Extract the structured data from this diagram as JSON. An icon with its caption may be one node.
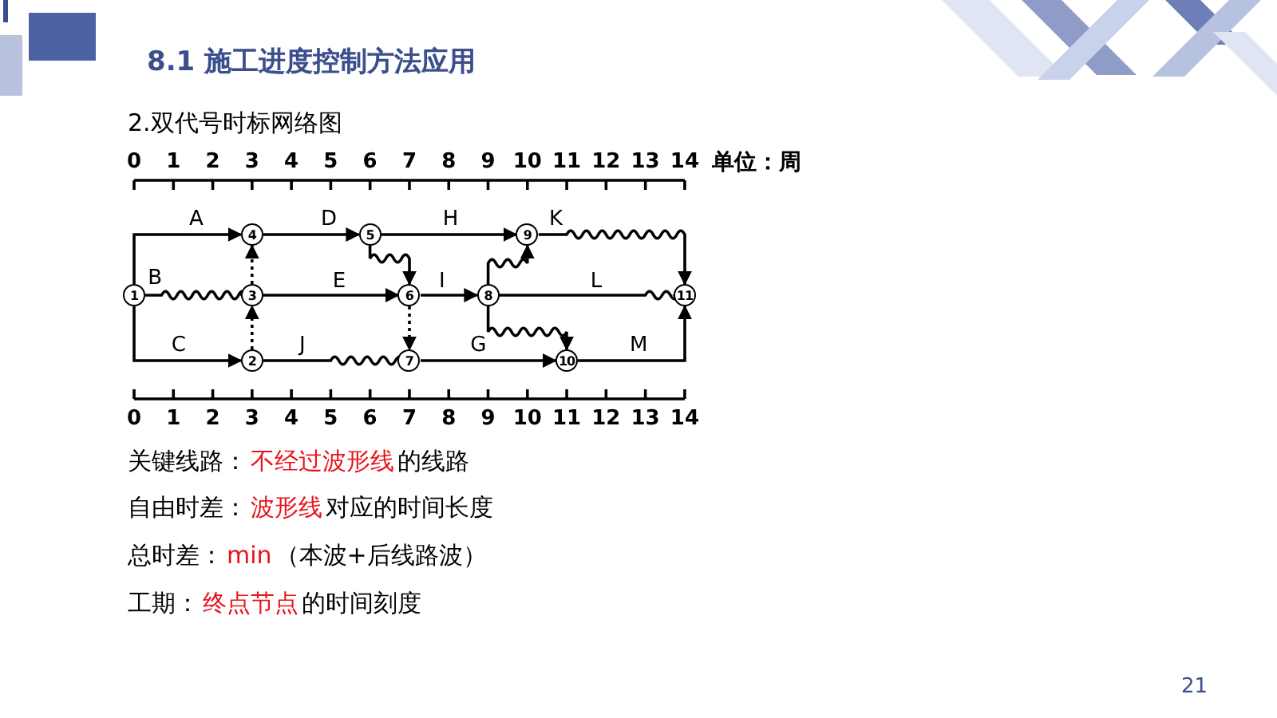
{
  "diagram": {
    "title": "8.1 施工进度控制方法应用",
    "nodes": [
      {
        "text": [
          "1"
        ]
      },
      {
        "text": [
          "2"
        ]
      },
      {
        "text": [
          "3"
        ]
      },
      {
        "text": [
          "4"
        ]
      },
      {
        "text": [
          "5"
        ]
      },
      {
        "text": [
          "6"
        ]
      },
      {
        "text": [
          "7"
        ]
      },
      {
        "text": [
          "8"
        ]
      },
      {
        "text": [
          "9"
        ]
      },
      {
        "text": [
          "10"
        ]
      },
      {
        "text": [
          "11"
        ]
      }
    ],
    "edges": [
      {
        "from": 0,
        "to": 3,
        "arrow": "to",
        "label": "A"
      },
      {
        "from": 0,
        "to": 2,
        "arrow": "to",
        "label": "B"
      },
      {
        "from": 0,
        "to": 1,
        "arrow": "to",
        "label": "C"
      },
      {
        "from": 2,
        "to": 3,
        "arrow": "to",
        "style": "dashed"
      },
      {
        "from": 1,
        "to": 2,
        "arrow": "to",
        "style": "dashed"
      },
      {
        "from": 3,
        "to": 4,
        "arrow": "to",
        "label": "D"
      },
      {
        "from": 2,
        "to": 5,
        "arrow": "to",
        "label": "E"
      },
      {
        "from": 4,
        "to": 5,
        "arrow": "to"
      },
      {
        "from": 5,
        "to": 6,
        "arrow": "to",
        "style": "dashed"
      },
      {
        "from": 5,
        "to": 7,
        "arrow": "to",
        "label": "I"
      },
      {
        "from": 1,
        "to": 6,
        "arrow": "to",
        "label": "J"
      },
      {
        "from": 4,
        "to": 8,
        "arrow": "to",
        "label": "H"
      },
      {
        "from": 7,
        "to": 8,
        "arrow": "to"
      },
      {
        "from": 7,
        "to": 10,
        "arrow": "to",
        "label": "L"
      },
      {
        "from": 7,
        "to": 9,
        "arrow": "to"
      },
      {
        "from": 6,
        "to": 9,
        "arrow": "to",
        "label": "G"
      },
      {
        "from": 8,
        "to": 10,
        "arrow": "to",
        "label": "K"
      },
      {
        "from": 9,
        "to": 10,
        "arrow": "to",
        "label": "M"
      }
    ],
    "labels": [
      "2.双代号时标网络图",
      "0",
      "1",
      "2",
      "3",
      "4",
      "5",
      "6",
      "7",
      "8",
      "9",
      "10",
      "11",
      "12",
      "13",
      "14",
      "单位：周",
      "0",
      "1",
      "2",
      "3",
      "4",
      "5",
      "6",
      "7",
      "8",
      "9",
      "10",
      "11",
      "12",
      "13",
      "14",
      "关键线路：",
      "不经过波形线",
      "的线路",
      "自由时差：",
      "波形线",
      "对应的时间长度",
      "总时差：",
      "min",
      "（本波+后线路波）",
      "工期：",
      "终点节点",
      "的时间刻度",
      "21"
    ]
  }
}
